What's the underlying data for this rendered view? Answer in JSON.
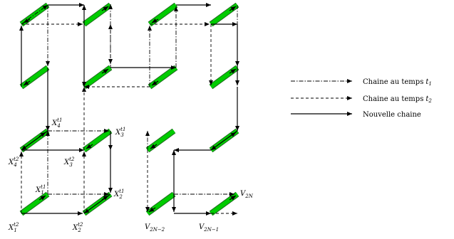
{
  "diagram": {
    "colors": {
      "line": "#000000",
      "segment_fill": "#00cc00",
      "segment_outline": "#1f6f1f"
    },
    "legend": {
      "items": [
        {
          "style": "dashdot",
          "label": "Chaine au temps",
          "sub": "1"
        },
        {
          "style": "dashed",
          "label": "Chaine au temps",
          "sub": "2"
        },
        {
          "style": "solid",
          "label": "Nouvelle chaine",
          "sub": ""
        }
      ]
    },
    "labels": {
      "x4_t1": {
        "base": "X",
        "sub": "4",
        "sup": "t1"
      },
      "x3_t1": {
        "base": "X",
        "sub": "3",
        "sup": "t1"
      },
      "x4_t2": {
        "base": "X",
        "sub": "4",
        "sup": "t2"
      },
      "x3_t2": {
        "base": "X",
        "sub": "3",
        "sup": "t2"
      },
      "x1_t1": {
        "base": "X",
        "sub": "1",
        "sup": "t1"
      },
      "x2_t1": {
        "base": "X",
        "sub": "2",
        "sup": "t1"
      },
      "x1_t2": {
        "base": "X",
        "sub": "1",
        "sup": "t2"
      },
      "x2_t2": {
        "base": "X",
        "sub": "2",
        "sup": "t2"
      },
      "v_2n_2": {
        "base": "V",
        "sub": "2N−2",
        "sup": ""
      },
      "v_2n_1": {
        "base": "V",
        "sub": "2N−1",
        "sup": ""
      },
      "v_2n": {
        "base": "V",
        "sub": "2N",
        "sup": ""
      }
    }
  }
}
